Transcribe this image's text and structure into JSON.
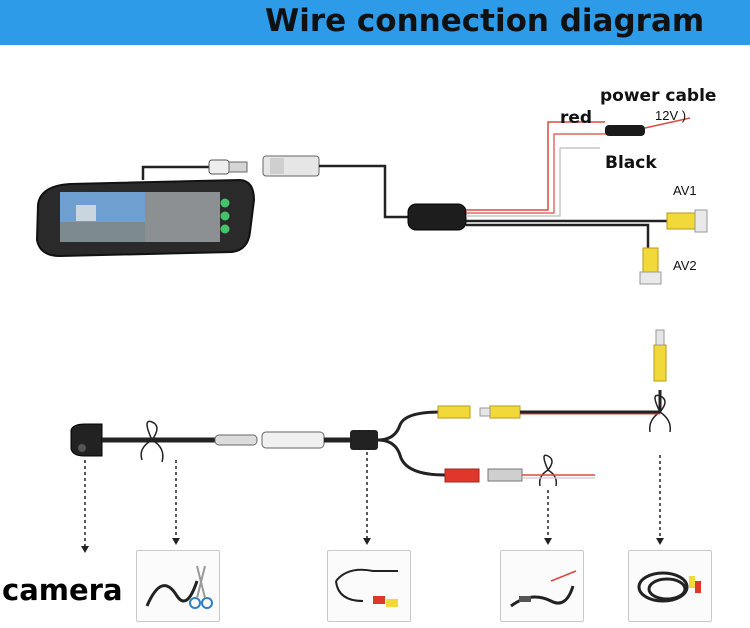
{
  "title": "Wire connection diagram",
  "labels": {
    "power_cable": "power cable",
    "red": "red",
    "voltage": "12V )",
    "black": "Black",
    "av1": "AV1",
    "av2": "AV2",
    "camera": "camera"
  },
  "colors": {
    "title_bar": "#2e9be8",
    "wire_red": "#d94b3f",
    "wire_black": "#222222",
    "rca_yellow": "#f2d93a",
    "rca_red": "#e0372c",
    "mirror_screen": "#6f9fd0",
    "mirror_led": "#46c36a"
  },
  "icons": [
    "rear-view-mirror",
    "camera-housing",
    "rca-connector",
    "cable-tie",
    "scissors-icon",
    "cable-coil"
  ]
}
